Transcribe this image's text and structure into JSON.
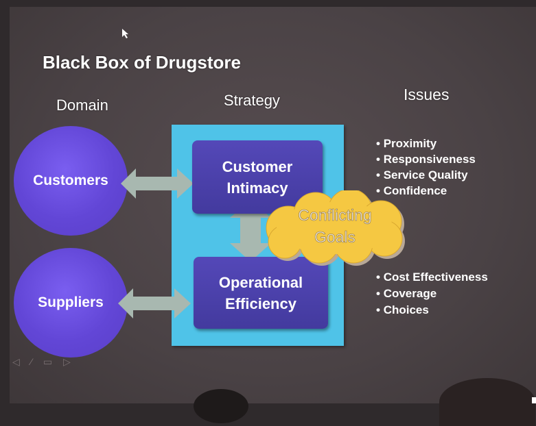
{
  "slide": {
    "title": "Black Box of Drugstore",
    "headers": {
      "domain": "Domain",
      "strategy": "Strategy",
      "issues": "Issues"
    },
    "domain_items": [
      "Customers",
      "Suppliers"
    ],
    "strategy_items": [
      {
        "line1": "Customer",
        "line2": "Intimacy"
      },
      {
        "line1": "Operational",
        "line2": "Efficiency"
      }
    ],
    "conflict": {
      "line1": "Conflicting",
      "line2": "Goals"
    },
    "issues_top": [
      "Proximity",
      "Responsiveness",
      "Service Quality",
      "Confidence"
    ],
    "issues_bottom": [
      "Cost Effectiveness",
      "Coverage",
      "Choices"
    ]
  },
  "colors": {
    "circle": "#6246d6",
    "strategy_box": "#4fc3e8",
    "inner_box": "#4a3fa8",
    "cloud": "#f5c842",
    "arrow": "#a8b8b0"
  }
}
